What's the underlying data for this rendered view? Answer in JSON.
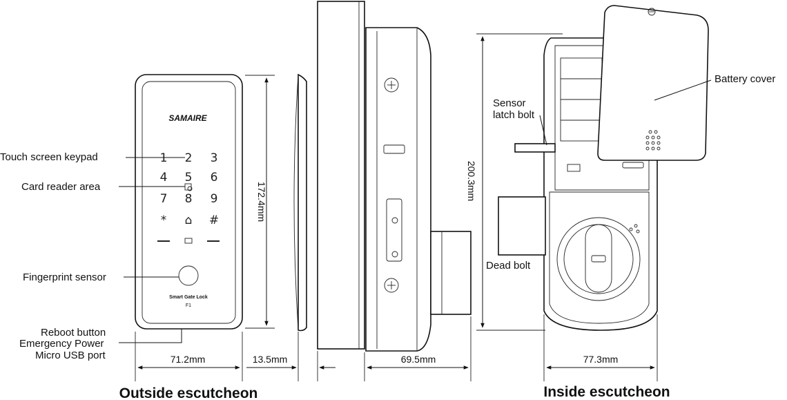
{
  "brand": "SAMAIRE",
  "product_text": {
    "line1": "Smart Gate Lock",
    "line2": "F1"
  },
  "keypad": {
    "keys": [
      "1",
      "2",
      "3",
      "4",
      "5",
      "6",
      "7",
      "8",
      "9",
      "*",
      "⌂",
      "#"
    ]
  },
  "callouts": {
    "touch_keypad": "Touch screen keypad",
    "card_reader": "Card reader area",
    "fingerprint": "Fingerprint sensor",
    "reboot": "Reboot button",
    "emergency_power": "Emergency Power",
    "usb_port": "Micro USB port",
    "battery_cover": "Battery cover",
    "sensor_latch_line1": "Sensor",
    "sensor_latch_line2": "latch bolt",
    "dead_bolt": "Dead bolt"
  },
  "dimensions": {
    "outside_width": "71.2mm",
    "outside_height": "172.4mm",
    "thickness_front": "13.5mm",
    "side_depth": "69.5mm",
    "inside_height": "200.3mm",
    "inside_width": "77.3mm"
  },
  "captions": {
    "outside": "Outside escutcheon",
    "inside": "Inside escutcheon"
  }
}
